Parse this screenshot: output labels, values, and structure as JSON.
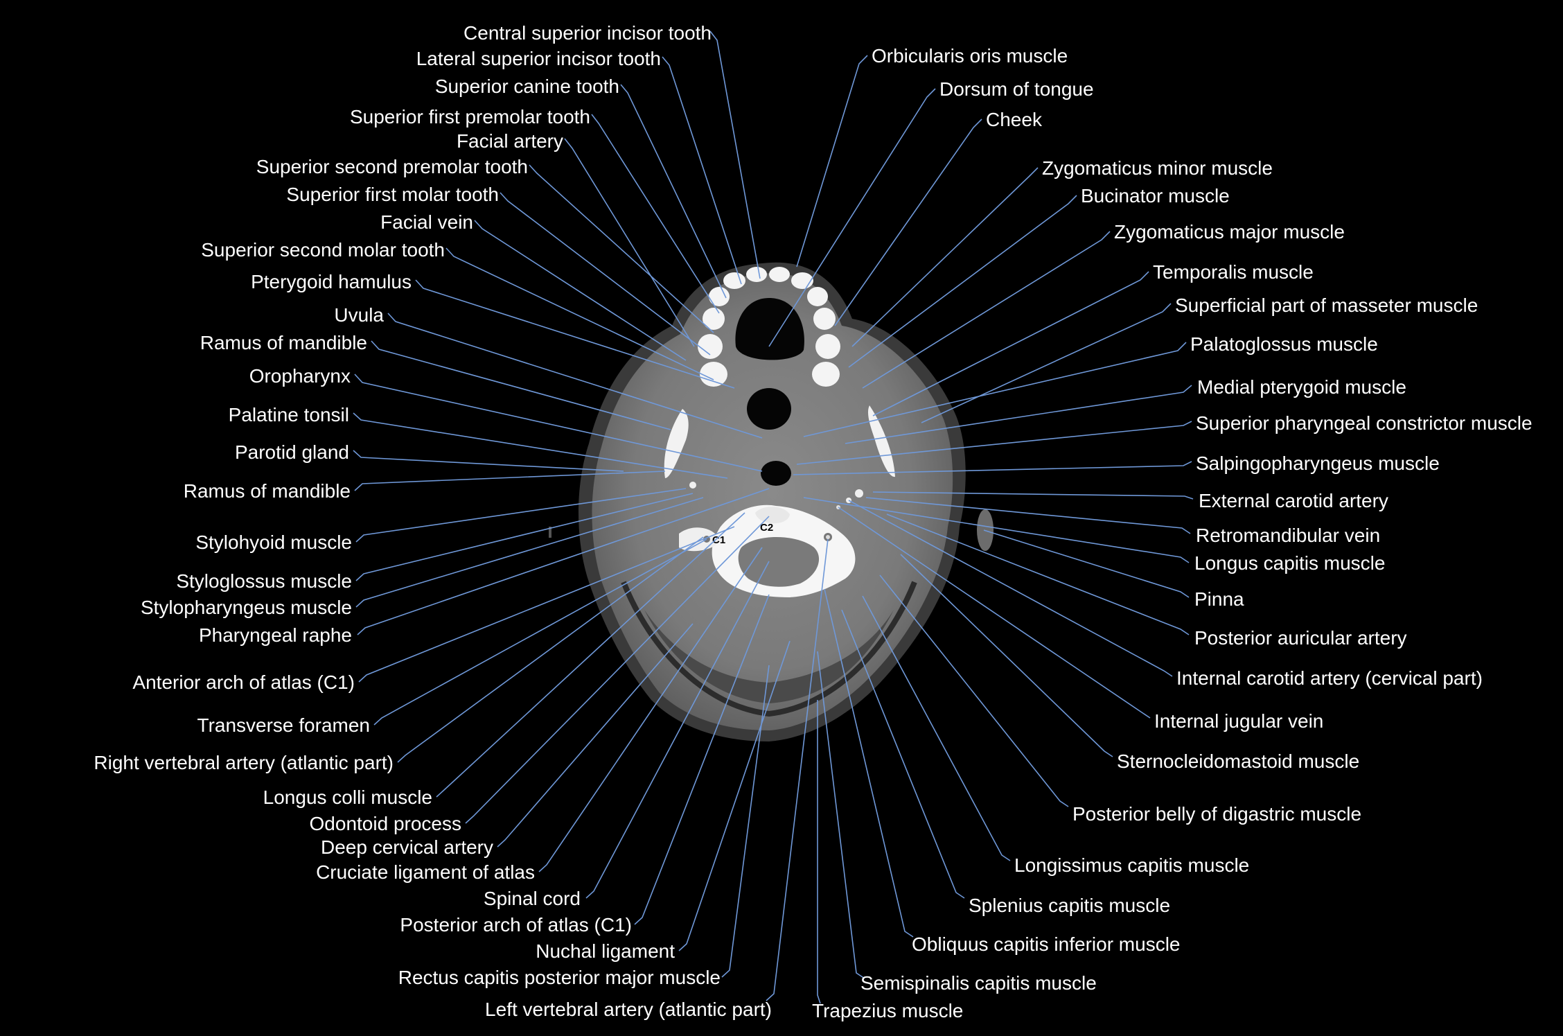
{
  "left_labels": [
    "Central superior incisor tooth",
    "Lateral superior incisor tooth",
    "Superior canine tooth",
    "Superior first premolar tooth",
    "Facial artery",
    "Superior second premolar tooth",
    "Superior first molar tooth",
    "Facial vein",
    "Superior second molar tooth",
    "Pterygoid hamulus",
    "Uvula",
    "Ramus of mandible",
    "Oropharynx",
    "Palatine tonsil",
    "Parotid gland",
    "Ramus of mandible",
    "Stylohyoid muscle",
    "Styloglossus muscle",
    "Stylopharyngeus muscle",
    "Pharyngeal raphe",
    "Anterior arch of atlas (C1)",
    "Transverse foramen",
    "Right vertebral artery (atlantic part)",
    "Longus colli muscle",
    "Odontoid process",
    "Deep cervical artery",
    "Cruciate ligament of atlas",
    "Spinal cord",
    "Posterior arch of atlas (C1)",
    "Nuchal ligament",
    "Rectus capitis posterior major muscle",
    "Left vertebral artery (atlantic part)"
  ],
  "right_labels": [
    "Orbicularis oris muscle",
    "Dorsum of tongue",
    "Cheek",
    "Zygomaticus minor muscle",
    "Bucinator muscle",
    "Zygomaticus major muscle",
    "Temporalis muscle",
    "Superficial part of masseter muscle",
    "Palatoglossus muscle",
    "Medial pterygoid muscle",
    "Superior pharyngeal constrictor muscle",
    "Salpingopharyngeus muscle",
    "External carotid artery",
    "Retromandibular vein",
    "Longus capitis muscle",
    "Pinna",
    "Posterior auricular artery",
    "Internal carotid artery (cervical part)",
    "Internal jugular vein",
    "Sternocleidomastoid muscle",
    "Posterior belly of digastric muscle",
    "Longissimus capitis muscle",
    "Splenius capitis muscle",
    "Obliquus capitis inferior muscle",
    "Semispinalis capitis muscle",
    "Trapezius muscle"
  ],
  "vertebra_labels": [
    "C1",
    "C2"
  ],
  "colors": {
    "background": "#000000",
    "leader": "#6f98d8",
    "text": "#ffffff"
  }
}
